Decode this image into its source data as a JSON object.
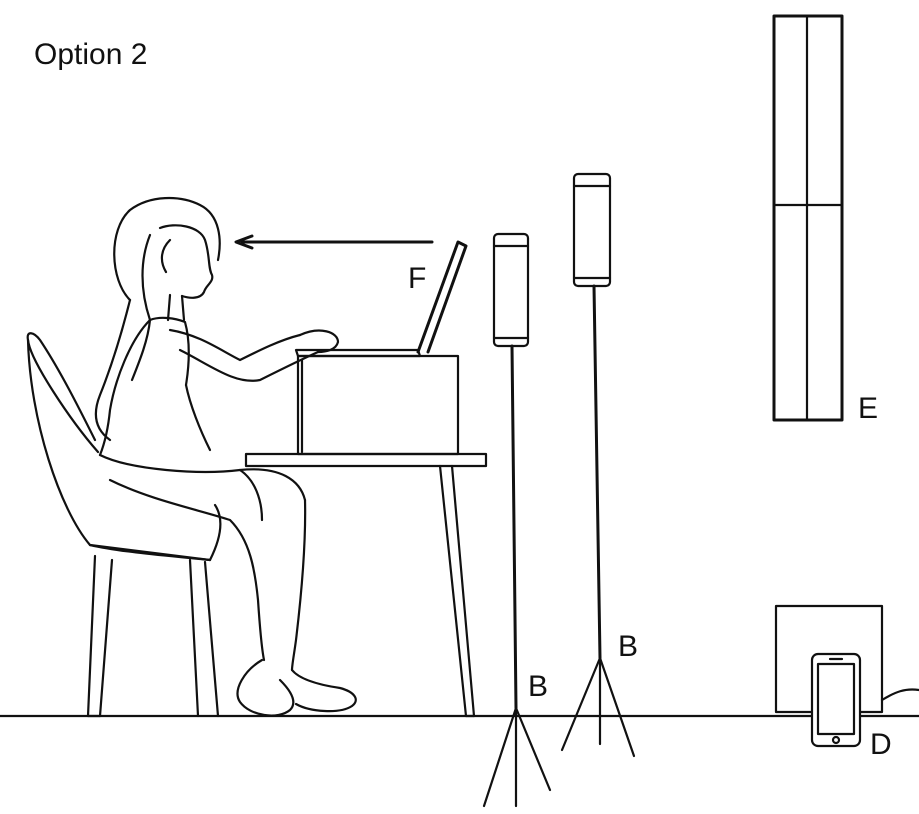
{
  "title": "Option 2",
  "labels": {
    "laptop": "F",
    "window_panel": "E",
    "light_stand_front": "B",
    "light_stand_back": "B",
    "phone": "D"
  }
}
